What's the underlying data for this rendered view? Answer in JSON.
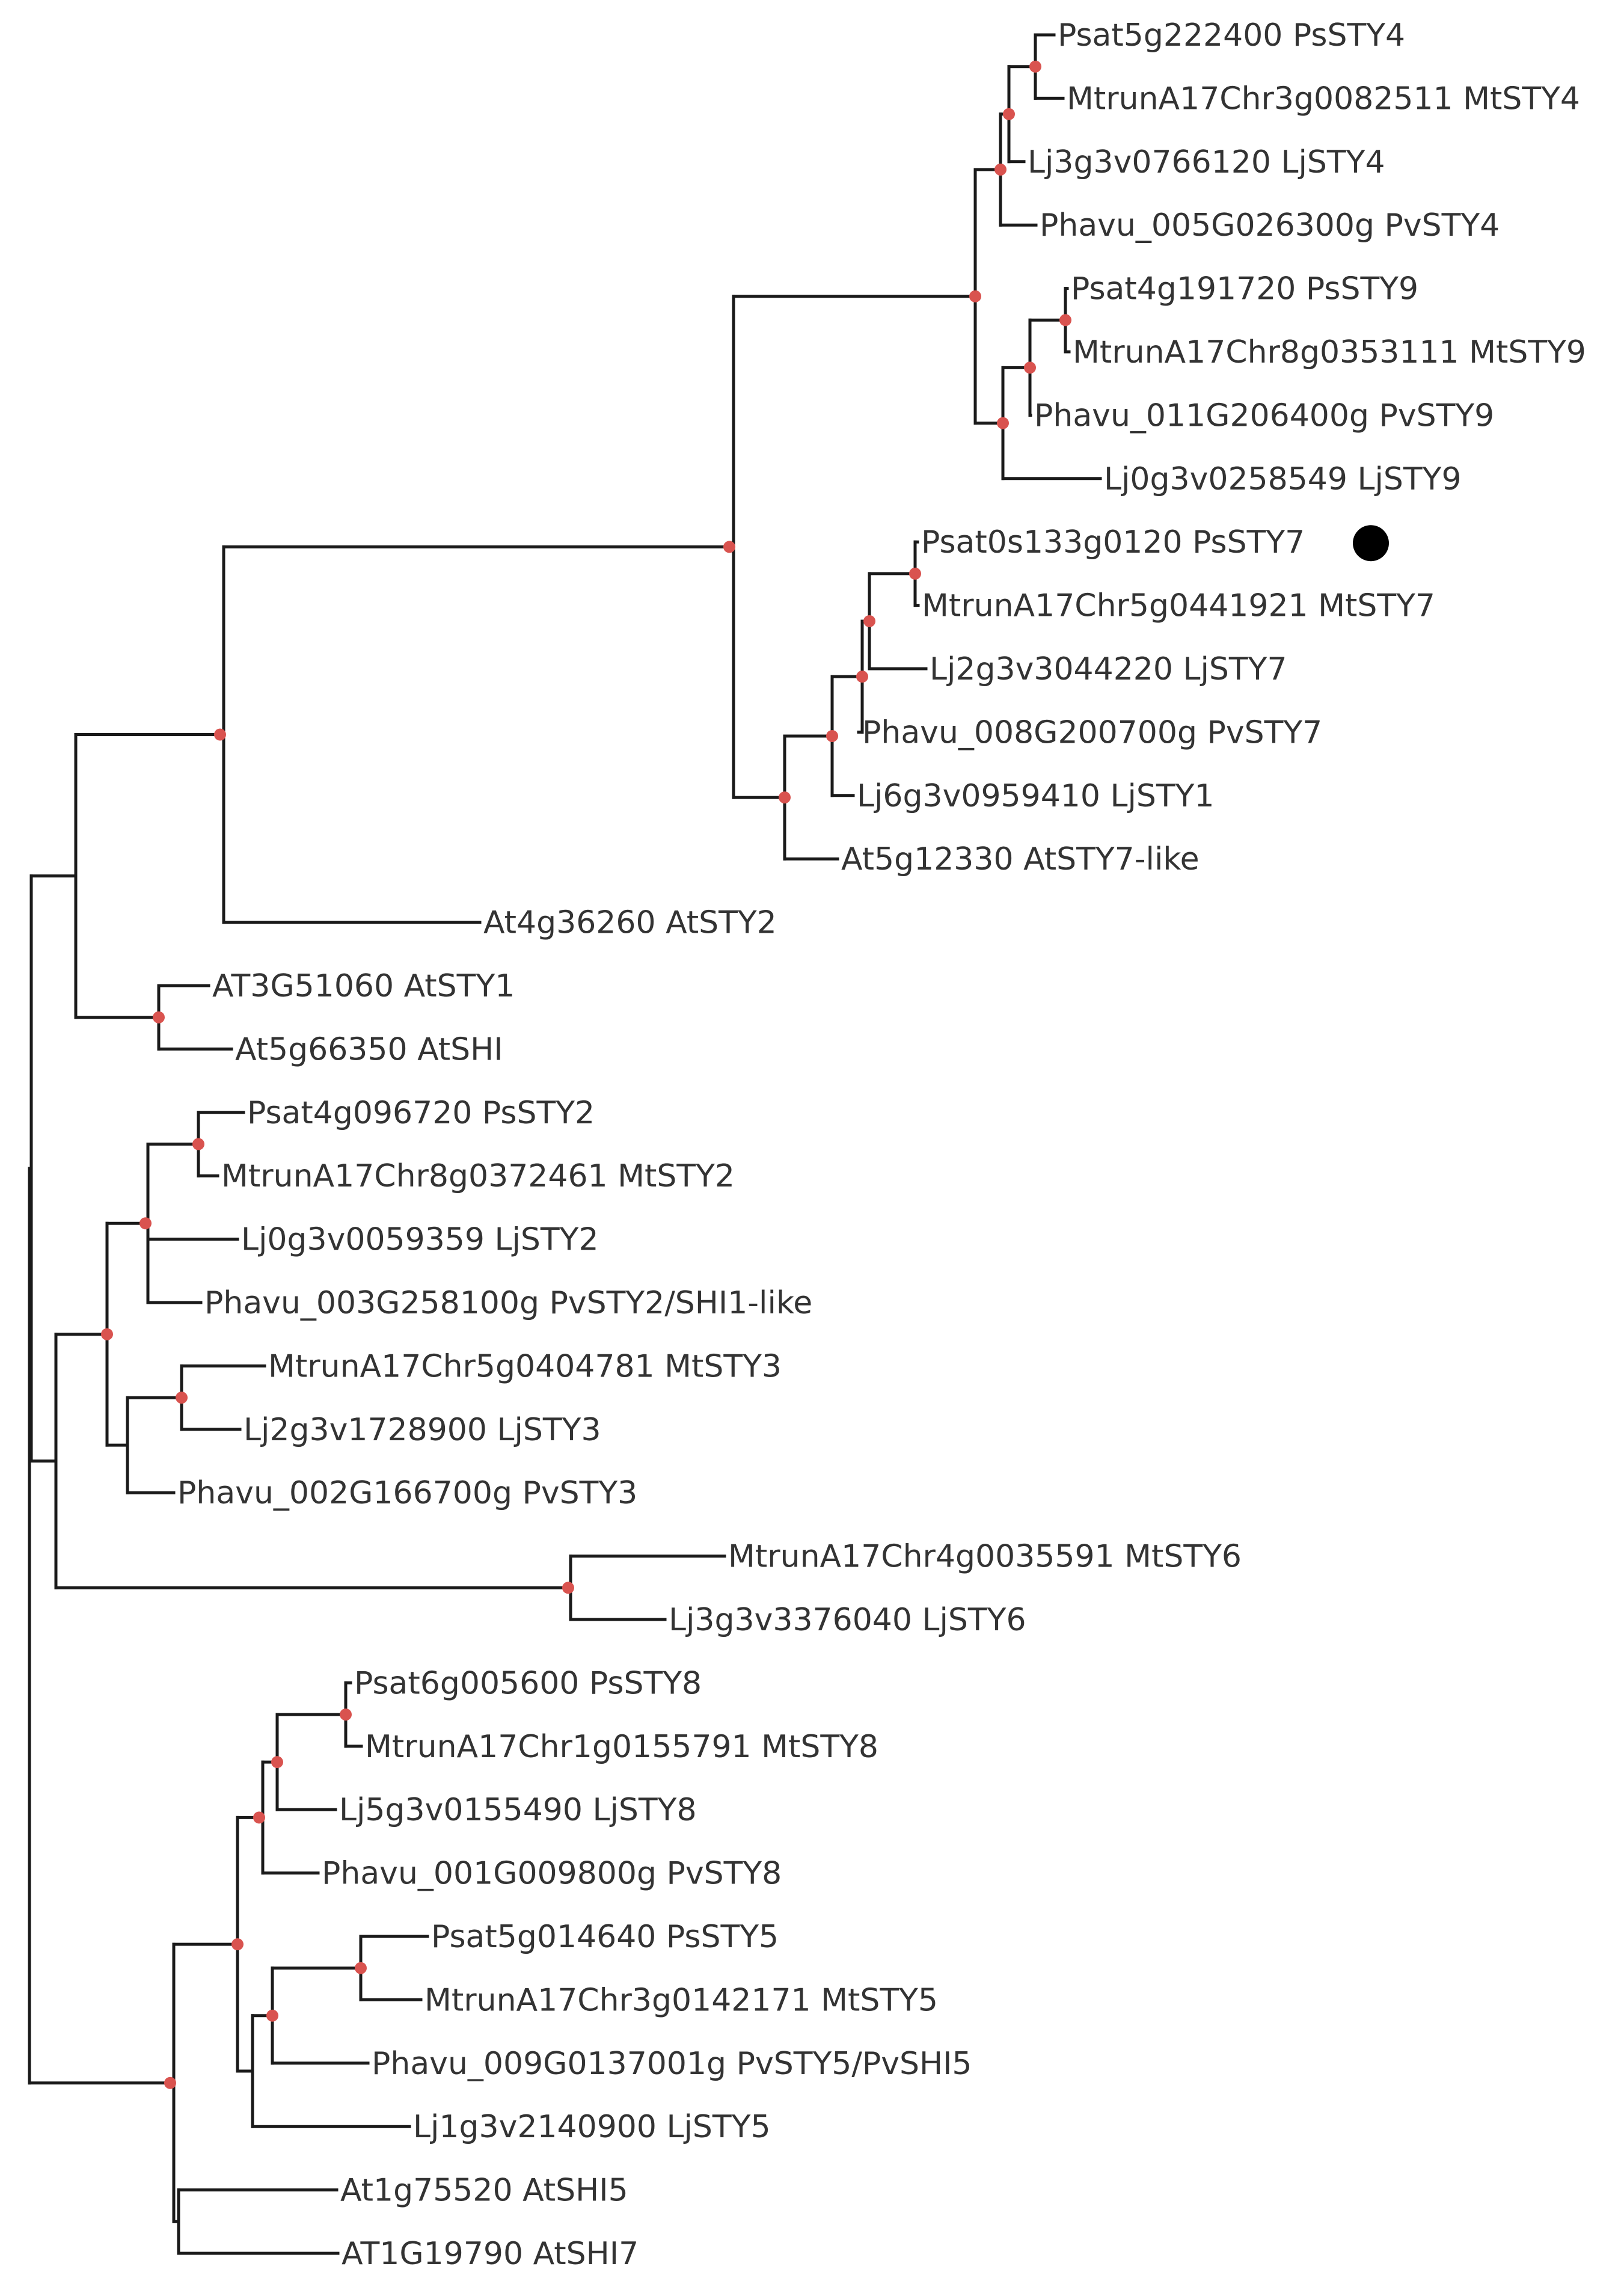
{
  "figure": {
    "node_color": "#d9534f",
    "branch_color": "#1a1a1a",
    "marker_color": "#000000",
    "highlighted_leaf": "Psat0s133g0120  PsSTY7"
  },
  "leaves": [
    "Psat5g222400  PsSTY4",
    "MtrunA17Chr3g0082511  MtSTY4",
    "Lj3g3v0766120  LjSTY4",
    "Phavu_005G026300g  PvSTY4",
    "Psat4g191720  PsSTY9",
    "MtrunA17Chr8g0353111  MtSTY9",
    "Phavu_011G206400g  PvSTY9",
    "Lj0g3v0258549  LjSTY9",
    "Psat0s133g0120  PsSTY7",
    "MtrunA17Chr5g0441921  MtSTY7",
    "Lj2g3v3044220  LjSTY7",
    "Phavu_008G200700g  PvSTY7",
    "Lj6g3v0959410  LjSTY1",
    "At5g12330  AtSTY7-like",
    "At4g36260  AtSTY2",
    "AT3G51060  AtSTY1",
    "At5g66350  AtSHI",
    "Psat4g096720  PsSTY2",
    "MtrunA17Chr8g0372461  MtSTY2",
    "Lj0g3v0059359  LjSTY2",
    "Phavu_003G258100g  PvSTY2/SHI1-like",
    "MtrunA17Chr5g0404781  MtSTY3",
    "Lj2g3v1728900  LjSTY3",
    "Phavu_002G166700g  PvSTY3",
    "MtrunA17Chr4g0035591  MtSTY6",
    "Lj3g3v3376040  LjSTY6",
    "Psat6g005600  PsSTY8",
    "MtrunA17Chr1g0155791  MtSTY8",
    "Lj5g3v0155490  LjSTY8",
    "Phavu_001G009800g  PvSTY8",
    "Psat5g014640  PsSTY5",
    "MtrunA17Chr3g0142171  MtSTY5",
    "Phavu_009G0137001g  PvSTY5/PvSHI5",
    "Lj1g3v2140900  LjSTY5",
    "At1g75520  AtSHI5",
    "AT1G19790  AtSHI7"
  ]
}
